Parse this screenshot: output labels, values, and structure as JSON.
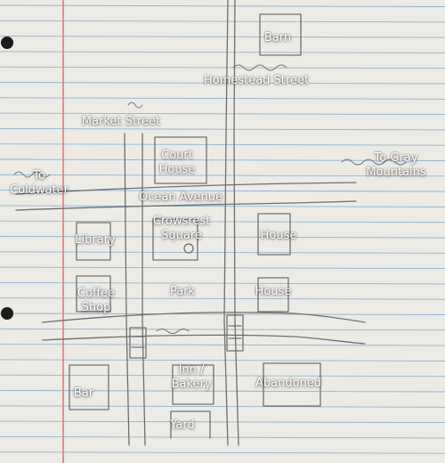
{
  "colors": {
    "paper": "#ecebe6",
    "rule_line": "#8fb3cf",
    "margin_line": "#e06a6a",
    "pencil": "#6f6f6f",
    "label_text": "#ffffff"
  },
  "map": {
    "labels": {
      "barn": "Barn",
      "homestead_street": "Homestead Street",
      "market_street": "Market Street",
      "court_house": "Court\nHouse",
      "to_coldwater": "To\nColdwater",
      "to_gray_mountains": "To Gray\nMountains",
      "ocean_avenue": "Ocean Avenue",
      "crowsrest_square": "Crowsrest\nSquare",
      "library": "Library",
      "house_upper": "House",
      "house_lower": "House",
      "coffee_shop": "Coffee\nShop",
      "park": "Park",
      "bar": "Bar",
      "inn_bakery": "Inn /\nBakery",
      "abandoned": "Abandoned",
      "yard": "Yard"
    }
  }
}
